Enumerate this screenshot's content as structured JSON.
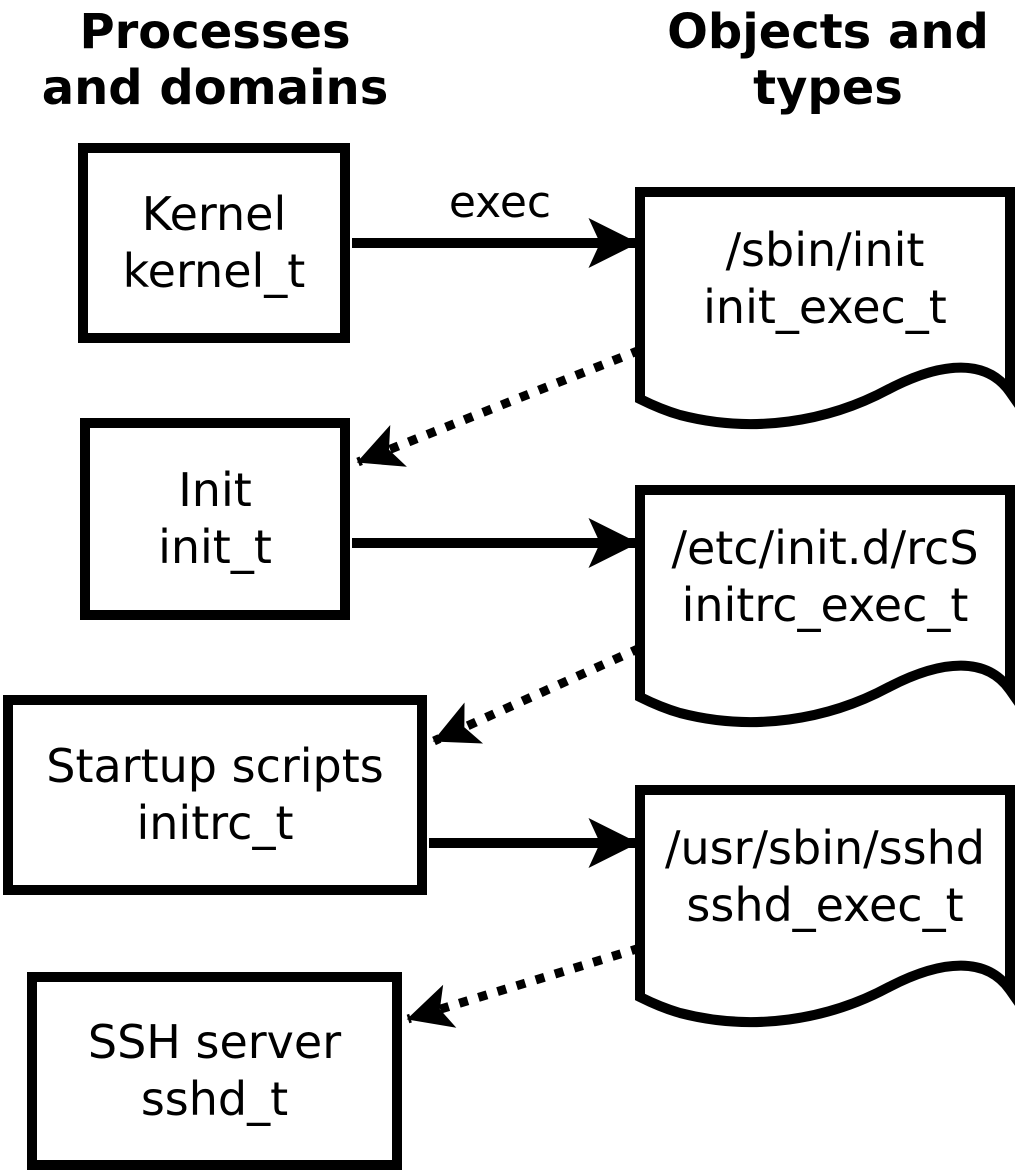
{
  "diagram": {
    "headers": {
      "left": {
        "line1": "Processes",
        "line2": "and domains"
      },
      "right": {
        "line1": "Objects and",
        "line2": "types"
      }
    },
    "exec_arrow_label": "exec",
    "processes": [
      {
        "name": "Kernel",
        "type": "kernel_t"
      },
      {
        "name": "Init",
        "type": "init_t"
      },
      {
        "name": "Startup scripts",
        "type": "initrc_t"
      },
      {
        "name": "SSH server",
        "type": "sshd_t"
      }
    ],
    "objects": [
      {
        "path": "/sbin/init",
        "type": "init_exec_t"
      },
      {
        "path": "/etc/init.d/rcS",
        "type": "initrc_exec_t"
      },
      {
        "path": "/usr/sbin/sshd",
        "type": "sshd_exec_t"
      }
    ],
    "colors": {
      "foreground": "#000000",
      "background": "#ffffff"
    }
  }
}
